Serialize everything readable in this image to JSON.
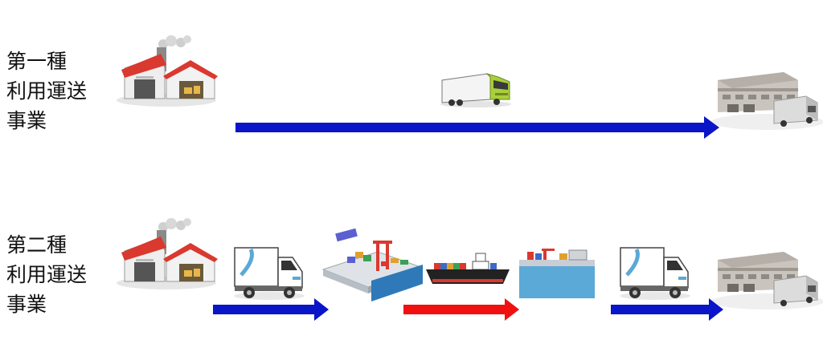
{
  "rows": [
    {
      "label_lines": [
        "第一種",
        "利用運送",
        "事業"
      ]
    },
    {
      "label_lines": [
        "第二種",
        "利用運送",
        "事業"
      ]
    }
  ],
  "colors": {
    "arrow_primary": "#0a14c8",
    "arrow_highlight": "#f01010",
    "factory_roof": "#d9392f",
    "truck_cab_green": "#a9cf3a",
    "sea": "#5aa9d6"
  },
  "icons": {
    "origin": "factory-icon",
    "destination": "warehouse-icon",
    "long_haul": "large-truck-icon",
    "pickup_delivery": "small-truck-icon",
    "port": "container-port-icon",
    "vessel": "container-ship-icon"
  }
}
